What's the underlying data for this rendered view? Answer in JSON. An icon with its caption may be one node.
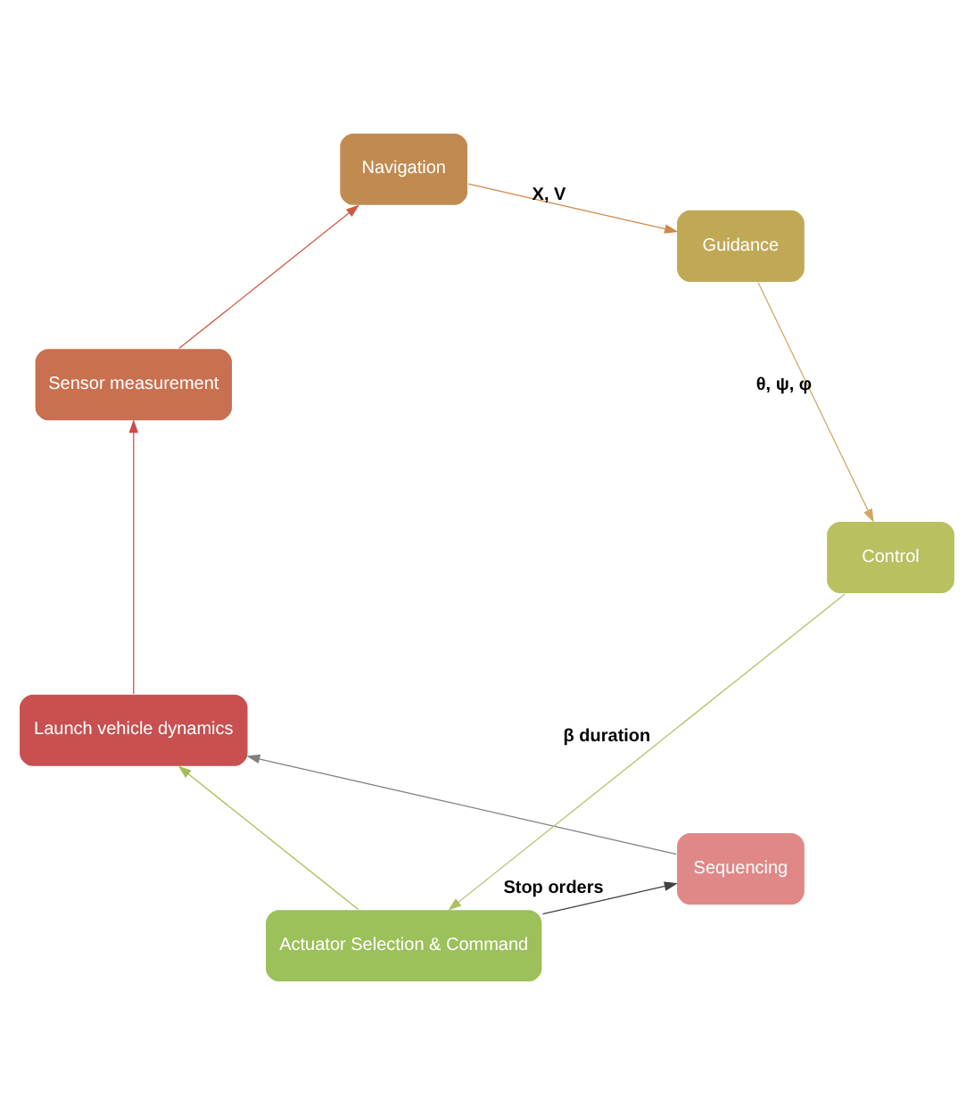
{
  "diagram": {
    "nodes": [
      {
        "text": [
          "Sequencing"
        ]
      },
      {
        "text": [
          "Launch vehicle dynamics"
        ]
      },
      {
        "text": [
          "Sensor measurement"
        ]
      },
      {
        "text": [
          "Navigation"
        ]
      },
      {
        "text": [
          "Guidance"
        ]
      },
      {
        "text": [
          "Control"
        ]
      },
      {
        "text": [
          "Actuator Selection & Command"
        ]
      }
    ],
    "edges": [
      {
        "from": 0,
        "to": 1,
        "arrow": "to",
        "color": "#808080"
      },
      {
        "from": 1,
        "to": 2,
        "arrow": "to",
        "color": "#d04848"
      },
      {
        "from": 2,
        "to": 3,
        "arrow": "to",
        "color": "#d05840"
      },
      {
        "from": 3,
        "to": 4,
        "arrow": "to",
        "label": "X, V",
        "color": "#d08848"
      },
      {
        "from": 4,
        "to": 5,
        "arrow": "to",
        "label": "θ, ψ, φ",
        "color": "#d0a860"
      },
      {
        "from": 5,
        "to": 6,
        "arrow": "to",
        "label": "β duration",
        "color": "#b0c060"
      },
      {
        "from": 6,
        "to": 1,
        "arrow": "to",
        "color": "#a0c050"
      },
      {
        "from": 6,
        "to": 0,
        "arrow": "to",
        "label": "Stop orders",
        "color": "#404040"
      }
    ]
  }
}
